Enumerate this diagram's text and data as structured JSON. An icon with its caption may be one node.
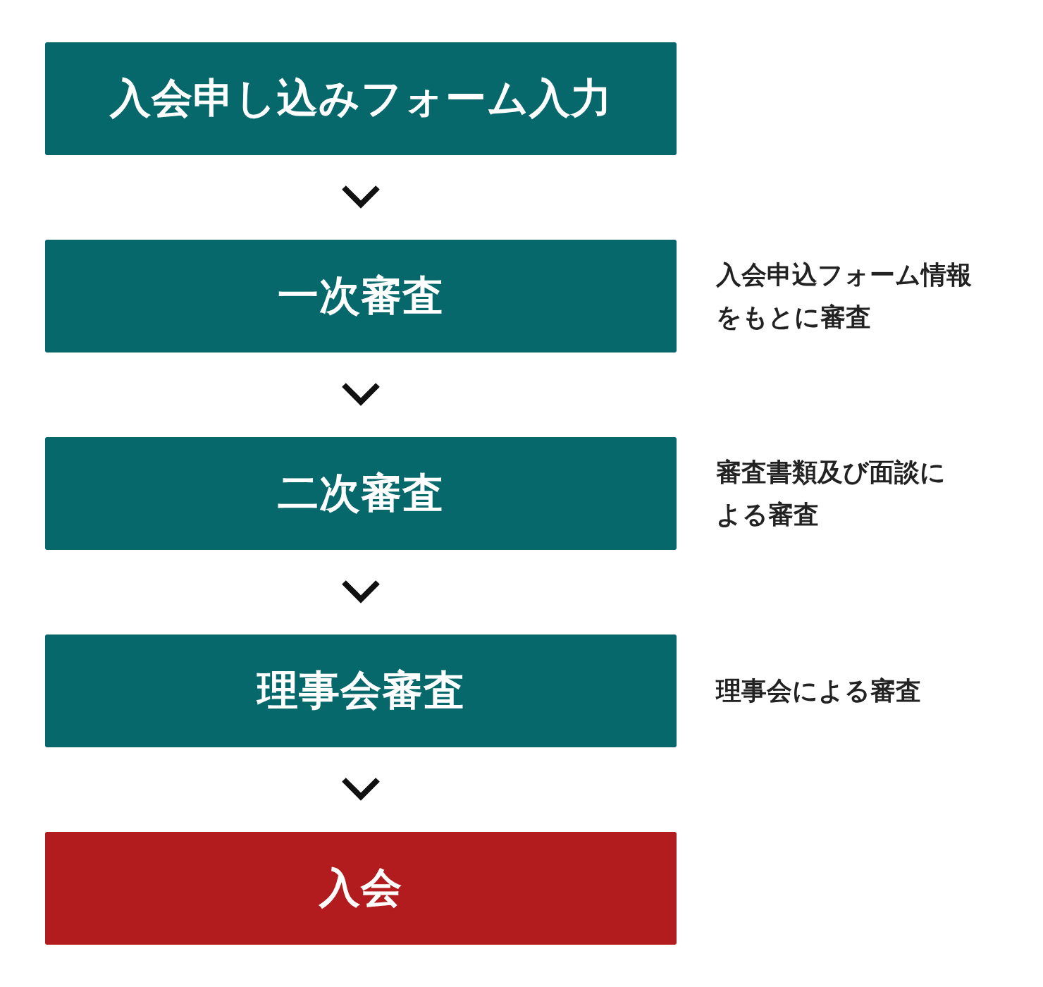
{
  "diagram": {
    "nodes": [
      {
        "text": [
          "入会申し込みフォーム入力"
        ]
      },
      {
        "text": [
          "一次審査"
        ],
        "beside": [
          "入会申込フォーム情報をもとに審査"
        ]
      },
      {
        "text": [
          "二次審査"
        ],
        "beside": [
          "審査書類及び面談による審査"
        ]
      },
      {
        "text": [
          "理事会審査"
        ],
        "beside": [
          "理事会による審査"
        ]
      },
      {
        "text": [
          "入会"
        ]
      }
    ],
    "edges": [
      {
        "from": 0,
        "to": 1,
        "arrow": "to"
      },
      {
        "from": 1,
        "to": 2,
        "arrow": "to"
      },
      {
        "from": 2,
        "to": 3,
        "arrow": "to"
      },
      {
        "from": 3,
        "to": 4,
        "arrow": "to"
      }
    ]
  }
}
